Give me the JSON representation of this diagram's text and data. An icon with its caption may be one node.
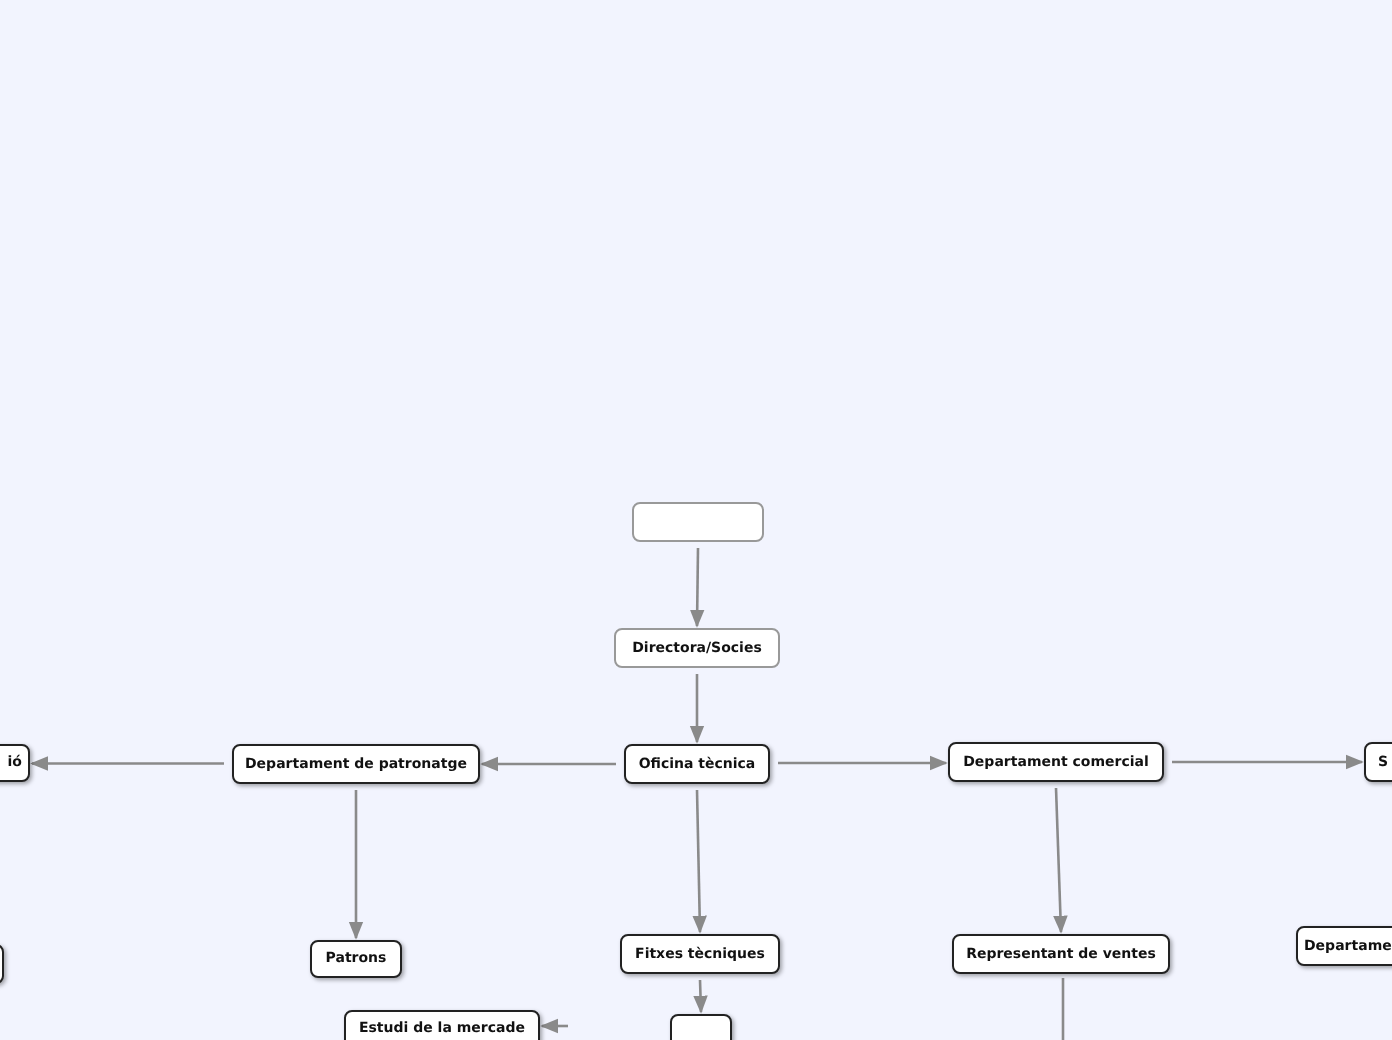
{
  "diagram": {
    "nodes": [
      {
        "text": [],
        "shape": "box"
      },
      {
        "text": [
          "Directora/Socies"
        ]
      },
      {
        "text": [
          "Oficina tècnica"
        ]
      },
      {
        "text": [
          "Departament de patronatge"
        ]
      },
      {
        "text": [
          "ió"
        ]
      },
      {
        "text": [
          "Departament comercial"
        ]
      },
      {
        "text": [
          "S"
        ]
      },
      {
        "text": [
          "Patrons"
        ]
      },
      {
        "text": [
          "Fitxes tècniques"
        ]
      },
      {
        "text": [
          "Representant de ventes"
        ]
      },
      {
        "text": [],
        "shape": "box"
      },
      {
        "text": [
          "Departame"
        ]
      },
      {
        "text": [
          "Estudi de la mercade"
        ]
      },
      {
        "text": [],
        "shape": "box"
      }
    ],
    "edges": [
      {
        "from": 0,
        "to": 1,
        "arrow": "to"
      },
      {
        "from": 1,
        "to": 2,
        "arrow": "to"
      },
      {
        "from": 2,
        "to": 3,
        "arrow": "to"
      },
      {
        "from": 3,
        "to": 4,
        "arrow": "to"
      },
      {
        "from": 2,
        "to": 5,
        "arrow": "to"
      },
      {
        "from": 5,
        "to": 6,
        "arrow": "to"
      },
      {
        "from": 3,
        "to": 7,
        "arrow": "to"
      },
      {
        "from": 2,
        "to": 8,
        "arrow": "to"
      },
      {
        "from": 5,
        "to": 9,
        "arrow": "to"
      },
      {
        "from": 8,
        "to": 13,
        "arrow": "to"
      },
      {
        "from": 9,
        "to": null,
        "arrow": "none"
      },
      {
        "from": null,
        "to": 12,
        "arrow": "to"
      }
    ]
  }
}
